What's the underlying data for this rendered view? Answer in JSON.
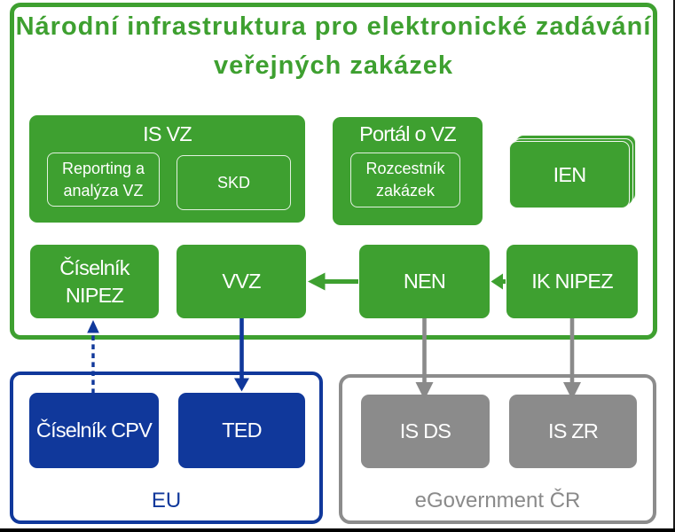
{
  "title": {
    "line1": "Národní infrastruktura pro elektronické zadávání",
    "line2": "veřejných zakázek"
  },
  "colors": {
    "green": "#3EA030",
    "blue": "#10389B",
    "gray": "#8B8B8B",
    "frame_gray": "#8C8C8C",
    "black_edge": "#000000",
    "background": "#FFFFFF",
    "box_text": "#FFFFFF"
  },
  "groups": {
    "infrastructure": {
      "is_vz": {
        "label": "IS VZ",
        "reporting": {
          "line1": "Reporting a",
          "line2": "analýza VZ"
        },
        "skd": {
          "label": "SKD"
        }
      },
      "portal_o_vz": {
        "label": "Portál o VZ",
        "rozcestnik": {
          "line1": "Rozcestník",
          "line2": "zakázek"
        }
      },
      "ien": {
        "label": "IEN"
      },
      "ciselnik_nipez": {
        "line1": "Číselník",
        "line2": "NIPEZ"
      },
      "vvz": {
        "label": "VVZ"
      },
      "nen": {
        "label": "NEN"
      },
      "ik_nipez": {
        "label": "IK NIPEZ"
      }
    },
    "eu": {
      "label": "EU",
      "ciselnik_cpv": {
        "label": "Číselník CPV"
      },
      "ted": {
        "label": "TED"
      }
    },
    "egovernment": {
      "label": "eGovernment ČR",
      "is_ds": {
        "label": "IS DS"
      },
      "is_zr": {
        "label": "IS ZR"
      }
    }
  },
  "connections": [
    {
      "from": "NEN",
      "to": "VVZ",
      "style": "solid",
      "color": "green"
    },
    {
      "from": "IK NIPEZ",
      "to": "NEN",
      "style": "solid",
      "color": "green"
    },
    {
      "from": "Číselník CPV",
      "to": "Číselník NIPEZ",
      "style": "dashed",
      "color": "blue"
    },
    {
      "from": "VVZ",
      "to": "TED",
      "style": "solid",
      "color": "blue"
    },
    {
      "from": "NEN",
      "to": "IS DS",
      "style": "solid",
      "color": "gray"
    },
    {
      "from": "IK NIPEZ",
      "to": "IS ZR",
      "style": "solid",
      "color": "gray"
    }
  ]
}
